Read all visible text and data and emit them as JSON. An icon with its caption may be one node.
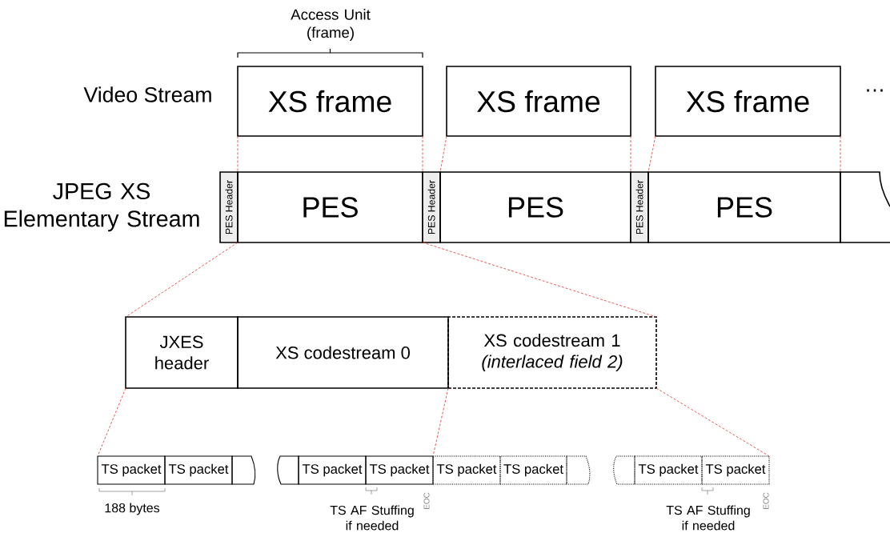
{
  "diagram": {
    "nodes": [
      {
        "text": [
          "XS frame"
        ]
      },
      {
        "text": [
          "XS frame"
        ]
      },
      {
        "text": [
          "XS frame"
        ]
      },
      {
        "text": [
          "PES Header"
        ]
      },
      {
        "text": [
          "PES"
        ]
      },
      {
        "text": [
          "PES Header"
        ]
      },
      {
        "text": [
          "PES"
        ]
      },
      {
        "text": [
          "PES Header"
        ]
      },
      {
        "text": [
          "PES"
        ]
      },
      {
        "text": [],
        "shape": "box"
      },
      {
        "text": [
          "JXES header"
        ]
      },
      {
        "text": [
          "XS codestream 0"
        ]
      },
      {
        "text": [
          "XS codestream 1 *(interlaced field 2)*"
        ]
      },
      {
        "text": [
          "TS packet"
        ]
      },
      {
        "text": [
          "TS packet"
        ]
      },
      {
        "text": [],
        "shape": "box"
      },
      {
        "text": [],
        "shape": "box"
      },
      {
        "text": [
          "TS packet"
        ]
      },
      {
        "text": [
          "TS packet"
        ]
      },
      {
        "text": [
          "TS packet"
        ]
      },
      {
        "text": [
          "TS packet"
        ]
      },
      {
        "text": [],
        "shape": "box"
      },
      {
        "text": [],
        "shape": "box"
      },
      {
        "text": [
          "TS packet"
        ]
      },
      {
        "text": [
          "TS packet"
        ]
      }
    ],
    "edges": [
      {
        "from": 0,
        "to": 4,
        "arrow": "none",
        "style": "dashed"
      },
      {
        "from": 0,
        "to": 4,
        "arrow": "none",
        "style": "dashed"
      },
      {
        "from": 1,
        "to": 6,
        "arrow": "none",
        "style": "dashed"
      },
      {
        "from": 1,
        "to": 6,
        "arrow": "none",
        "style": "dashed"
      },
      {
        "from": 2,
        "to": 8,
        "arrow": "none",
        "style": "dashed"
      },
      {
        "from": 2,
        "to": 8,
        "arrow": "none",
        "style": "dashed"
      },
      {
        "from": 4,
        "to": 10,
        "arrow": "none",
        "style": "dashed"
      },
      {
        "from": 4,
        "to": 12,
        "arrow": "none",
        "style": "dashed"
      },
      {
        "from": 10,
        "to": 13,
        "arrow": "none",
        "style": "dashed"
      },
      {
        "from": 11,
        "to": 18,
        "arrow": "none",
        "style": "dashed"
      },
      {
        "from": 12,
        "to": 24,
        "arrow": "none",
        "style": "dashed"
      }
    ],
    "labels": [
      "Access Unit (frame)",
      "Video Stream",
      "…",
      "JPEG XS Elementary Stream",
      "188 bytes",
      "TS AF Stuffing if needed",
      "EOC",
      "TS AF Stuffing if needed",
      "EOC"
    ]
  }
}
